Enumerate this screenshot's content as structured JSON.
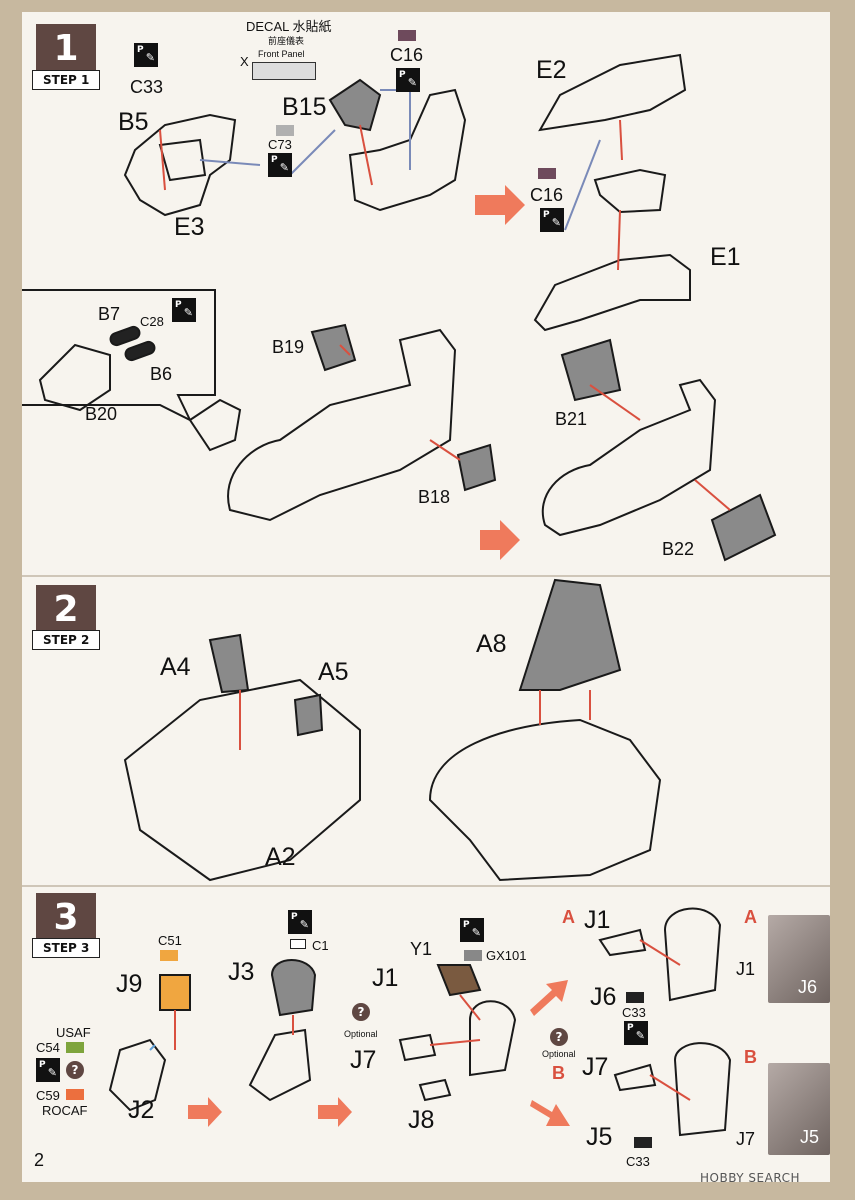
{
  "page_number": "2",
  "watermark": "HOBBY SEARCH",
  "step1": {
    "number": "1",
    "label": "STEP 1",
    "decal_title": "DECAL 水貼紙",
    "decal_sub": "前座儀表",
    "decal_part": "Front Panel",
    "decal_x": "X",
    "parts": {
      "c33": "C33",
      "b5": "B5",
      "e3": "E3",
      "c73": "C73",
      "b15": "B15",
      "c16a": "C16",
      "c16b": "C16",
      "e2": "E2",
      "e1": "E1",
      "b7": "B7",
      "c28": "C28",
      "b6": "B6",
      "b20": "B20",
      "b19": "B19",
      "b18": "B18",
      "b21": "B21",
      "b22": "B22"
    }
  },
  "step2": {
    "number": "2",
    "label": "STEP 2",
    "parts": {
      "a4": "A4",
      "a5": "A5",
      "a2": "A2",
      "a8": "A8"
    }
  },
  "step3": {
    "number": "3",
    "label": "STEP 3",
    "parts": {
      "c51": "C51",
      "j9": "J9",
      "usaf": "USAF",
      "c54": "C54",
      "c59": "C59",
      "rocaf": "ROCAF",
      "j2": "J2",
      "c1": "C1",
      "j3": "J3",
      "y1": "Y1",
      "gx101": "GX101",
      "j1": "J1",
      "optional": "Optional",
      "j7": "J7",
      "j8": "J8",
      "a": "A",
      "j1b": "J1",
      "j6": "J6",
      "c33": "C33",
      "optional2": "Optional",
      "b": "B",
      "j7b": "J7",
      "j5": "J5",
      "c33b": "C33",
      "a2": "A",
      "j1c": "J1",
      "j6p": "J6",
      "b2": "B",
      "j7c": "J7",
      "j5p": "J5"
    },
    "opt_symbol": "?"
  },
  "colors": {
    "c16": "#6e4a5c",
    "c73": "#b0b0b0",
    "c51": "#f0a640",
    "c54": "#7ea43c",
    "c59": "#ec6f3e",
    "gx101": "#888888",
    "arrow": "#ef7a5c",
    "step_box": "#5f4742"
  }
}
